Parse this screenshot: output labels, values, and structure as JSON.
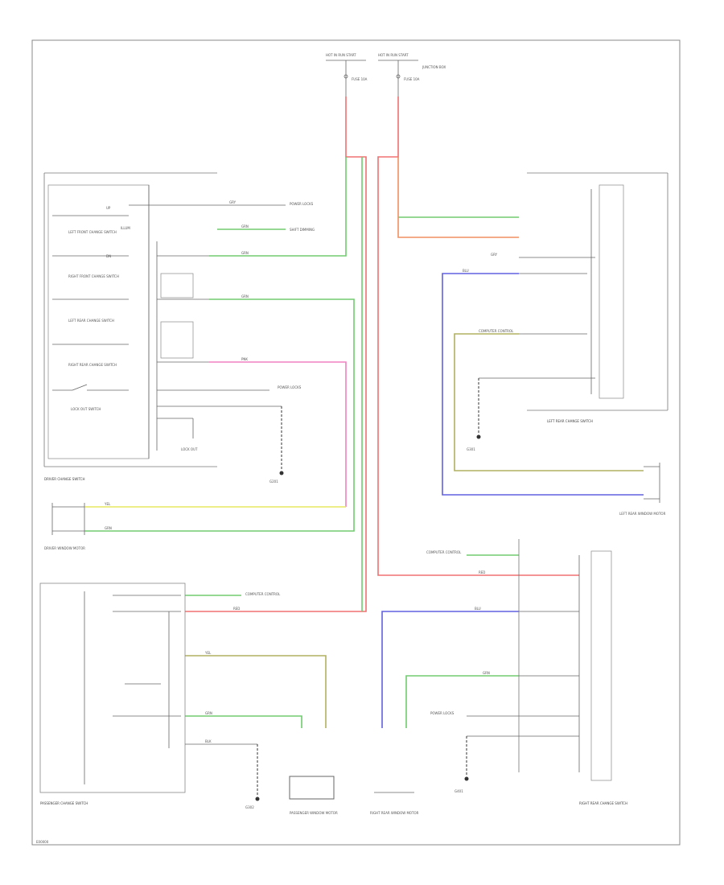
{
  "colors": {
    "red": "#f07070",
    "green": "#70cc70",
    "yellow": "#e8e860",
    "pink": "#f080c0",
    "blue": "#6060e0",
    "orange": "#f09060",
    "olive": "#b0b060",
    "gray": "#666666"
  },
  "titles": {
    "driver_switch": "DRIVER CHANGE SWITCH",
    "passenger_switch": "PASSENGER CHANGE SWITCH",
    "left_rear_switch": "LEFT REAR CHANGE SWITCH",
    "right_rear_switch": "RIGHT REAR CHANGE SWITCH",
    "corner_code": "E00000"
  },
  "labels": {
    "hot_run_1": "HOT IN RUN START",
    "hot_run_2": "HOT IN RUN START",
    "fuse_1": "FUSE 10A",
    "fuse_2": "FUSE 10A",
    "junction_box": "JUNCTION BOX",
    "driver_sw_left_front": "LEFT FRONT CHANGE SWITCH",
    "driver_sw_right_front": "RIGHT FRONT CHANGE SWITCH",
    "driver_sw_left_rear": "LEFT REAR CHANGE SWITCH",
    "driver_sw_right_rear": "RIGHT REAR CHANGE SWITCH",
    "lockout": "LOCK OUT SWITCH",
    "lockout_2": "LOCK OUT",
    "power_locks_1": "POWER LOCKS",
    "power_locks_2": "POWER LOCKS",
    "shift_dimming": "SHIFT DIMMING",
    "ground_1": "G201",
    "ground_2": "G301",
    "ground_3": "G302",
    "ground_4": "G401",
    "driver_window_motor": "DRIVER WINDOW MOTOR",
    "left_rear_window_motor": "LEFT REAR WINDOW MOTOR",
    "right_rear_window_motor": "RIGHT REAR WINDOW MOTOR",
    "passenger_window_motor": "PASSENGER WINDOW MOTOR",
    "comp_control": "COMPUTER CONTROL",
    "up": "UP",
    "dn": "DN",
    "illum": "ILLUM",
    "wire_gry": "GRY",
    "wire_grn": "GRN",
    "wire_red": "RED",
    "wire_yel": "YEL",
    "wire_pnk": "PNK",
    "wire_blu": "BLU",
    "wire_blk": "BLK"
  }
}
